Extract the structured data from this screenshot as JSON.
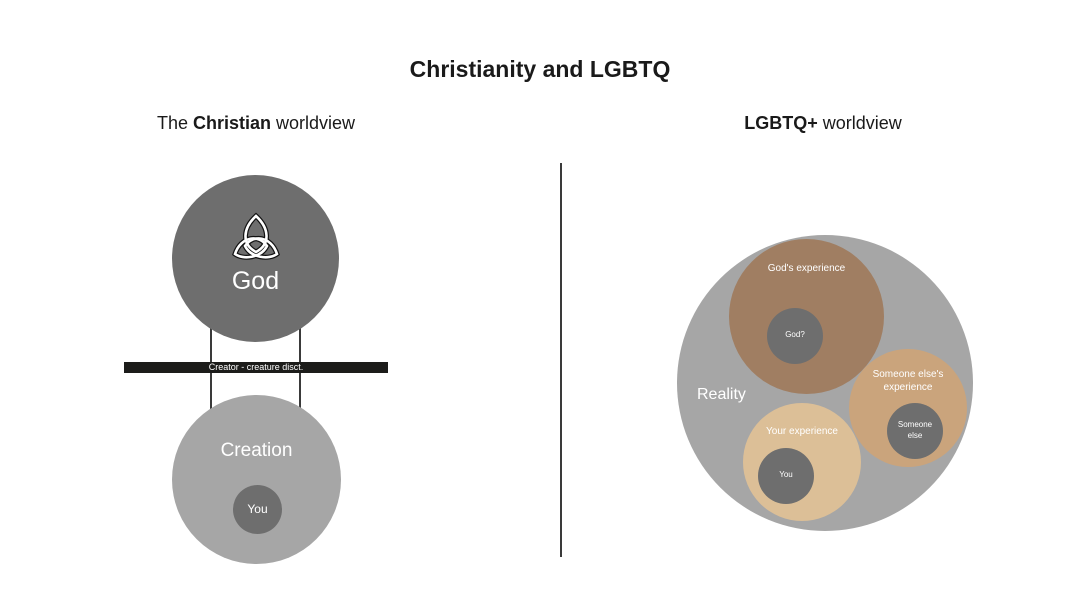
{
  "title": "Christianity and LGBTQ",
  "left": {
    "heading_prefix": "The ",
    "heading_bold": "Christian",
    "heading_suffix": " worldview",
    "god_label": "God",
    "god_icon": "trinity-knot-icon",
    "divide_label": "Creator - creature disct.",
    "creation_label": "Creation",
    "you_label": "You",
    "colors": {
      "god": "#6e6e6e",
      "creation": "#a6a6a6",
      "you": "#6e6e6e",
      "bar": "#1c1c1a"
    }
  },
  "right": {
    "heading_bold": "LGBTQ+",
    "heading_suffix": " worldview",
    "reality_label": "Reality",
    "gods_experience_label": "God's experience",
    "god_label": "God?",
    "someone_else_experience_label": "Someone else's experience",
    "someone_else_label": "Someone else",
    "your_experience_label": "Your experience",
    "you_label": "You",
    "colors": {
      "reality": "#a6a6a6",
      "gods_experience": "#a07e62",
      "someone_else_experience": "#caa47c",
      "your_experience": "#dcbf97",
      "inner": "#6e6e6e"
    }
  }
}
